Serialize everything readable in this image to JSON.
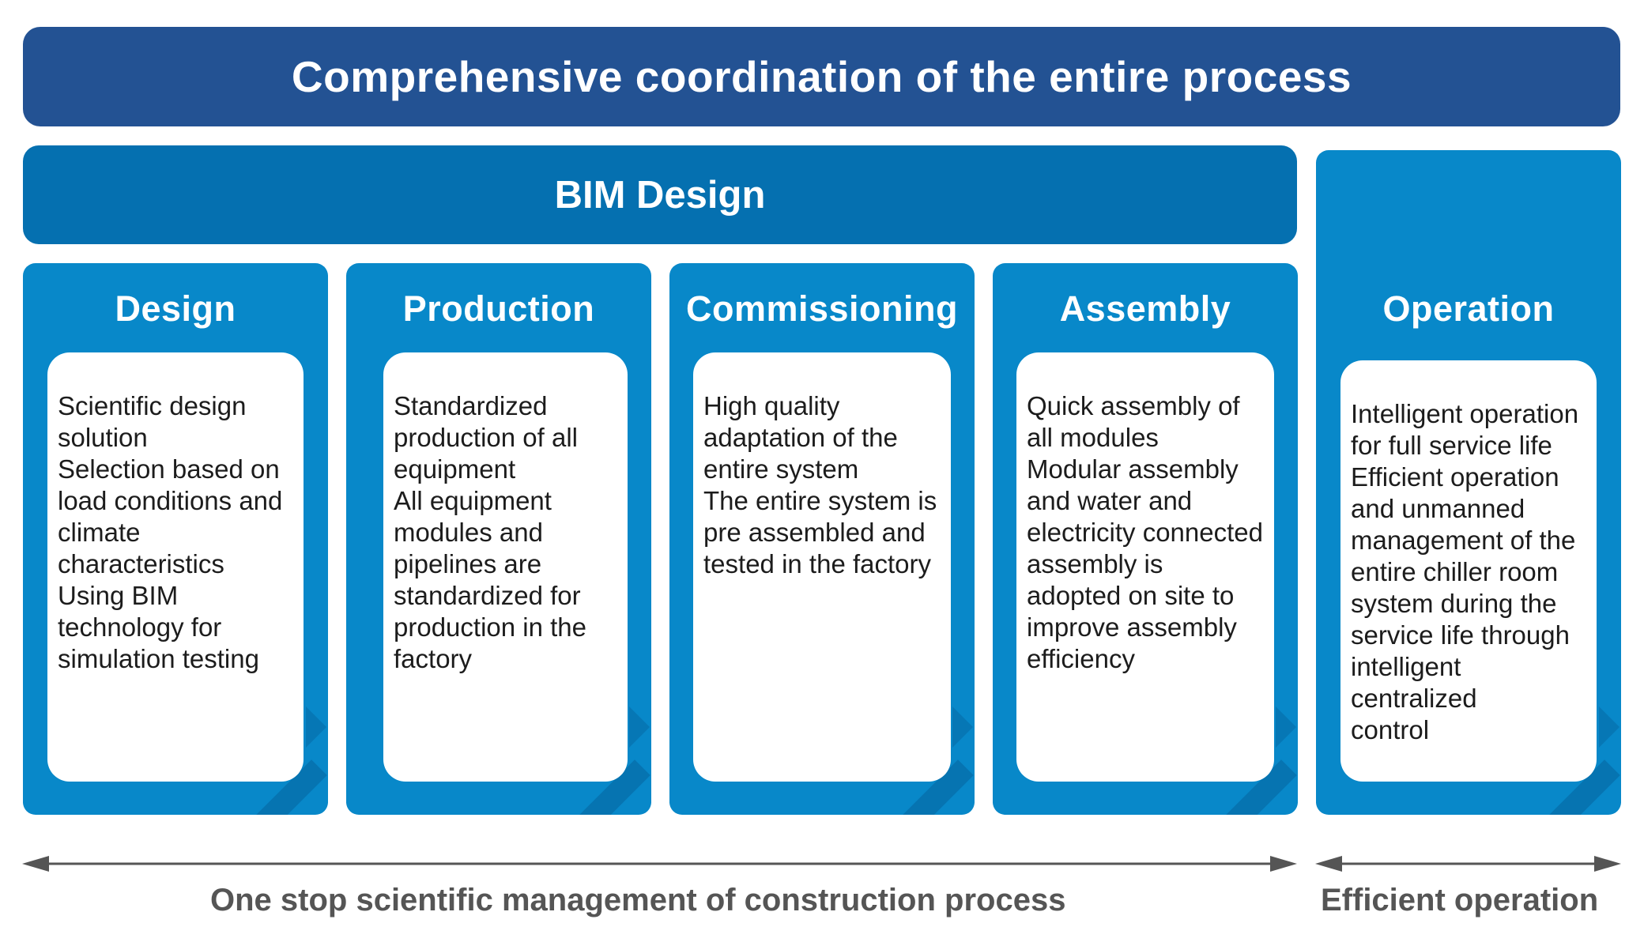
{
  "header": {
    "title": "Comprehensive coordination of the entire process"
  },
  "bim": {
    "title": "BIM Design"
  },
  "stages": [
    {
      "title": "Design",
      "text": "Scientific design\nsolution\nSelection based on\nload conditions and\nclimate\ncharacteristics\nUsing BIM\ntechnology for\nsimulation testing"
    },
    {
      "title": "Production",
      "text": "Standardized\nproduction of all\nequipment\nAll equipment\nmodules and\npipelines are\nstandardized for\nproduction in the\nfactory"
    },
    {
      "title": "Commissioning",
      "text": "High quality\nadaptation of the\nentire system\nThe entire system is\npre assembled and\ntested in the factory"
    },
    {
      "title": "Assembly",
      "text": "Quick assembly of\nall modules\nModular assembly\nand water and\nelectricity connected\nassembly is\nadopted on site to\nimprove assembly\nefficiency"
    },
    {
      "title": "Operation",
      "text": "Intelligent operation\nfor full service life\nEfficient operation\nand unmanned\nmanagement of the\nentire chiller  room\nsystem during the\nservice life through\nintelligent centralized\ncontrol"
    }
  ],
  "footer": {
    "construction_label": "One stop scientific management of construction process",
    "operation_label": "Efficient operation"
  },
  "colors": {
    "header_bg": "#235293",
    "bim_bg": "#0570b0",
    "stage_bg": "#0888c9",
    "card_bg": "#ffffff",
    "caption_text": "#555555",
    "arrow": "#555555"
  }
}
